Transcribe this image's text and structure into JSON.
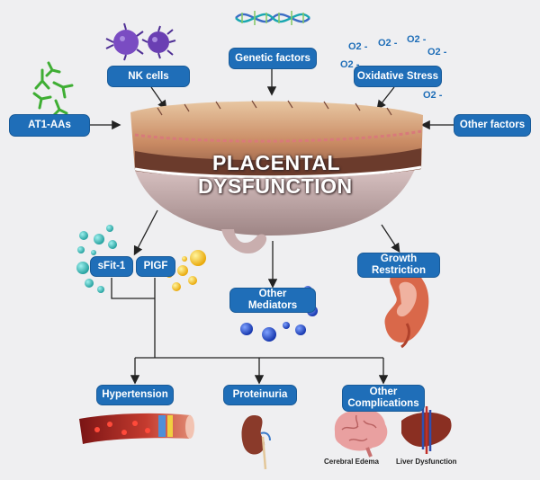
{
  "title_line1": "PLACENTAL",
  "title_line2": "DYSFUNCTION",
  "factors": {
    "nk_cells": "NK cells",
    "genetic": "Genetic factors",
    "oxidative": "Oxidative Stress",
    "at1": "AT1-AAs",
    "other": "Other factors"
  },
  "oxygen_labels": [
    "O2 -",
    "O2 -",
    "O2 -",
    "O2 -",
    "O2 -",
    "O2 -"
  ],
  "mediators": {
    "sfit": "sFit-1",
    "pigf": "PIGF",
    "other_line1": "Other",
    "other_line2": "Mediators",
    "growth_line1": "Growth",
    "growth_line2": "Restriction"
  },
  "outcomes": {
    "hypertension": "Hypertension",
    "proteinuria": "Proteinuria",
    "other_line1": "Other",
    "other_line2": "Complications",
    "cerebral": "Cerebral Edema",
    "liver": "Liver Dysfunction"
  },
  "colors": {
    "box": "#1f6eb8",
    "background": "#efeff1",
    "arrow": "#222222"
  },
  "icons": [
    "nk-cell-icon",
    "dna-icon",
    "oxygen-radical-icon",
    "antibody-icon",
    "placenta-icon",
    "sflt-molecule-icon",
    "pigf-molecule-icon",
    "mediator-molecule-icon",
    "fetus-icon",
    "blood-vessel-icon",
    "kidney-icon",
    "brain-icon",
    "liver-icon"
  ]
}
